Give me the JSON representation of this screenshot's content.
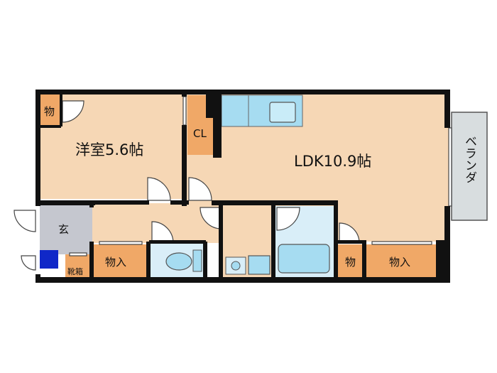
{
  "rooms": {
    "western_room": "洋室5.6帖",
    "ldk": "LDK10.9帖",
    "entrance": "玄",
    "shoe_box": "靴箱",
    "closet_cl": "CL",
    "storage_top_left": "物",
    "storage_hall": "物入",
    "storage_small_right": "物",
    "storage_right": "物入",
    "balcony": "ベランダ"
  },
  "colors": {
    "room_fill": "#f6d7b5",
    "storage_fill": "#f0a867",
    "wet_area_fill": "#d9eef8",
    "fixture_fill": "#a6dcf1",
    "entrance_fill": "#c5c7cf",
    "balcony_fill": "#d8dddf",
    "wall": "#111111",
    "meter_box": "#1028c8"
  }
}
